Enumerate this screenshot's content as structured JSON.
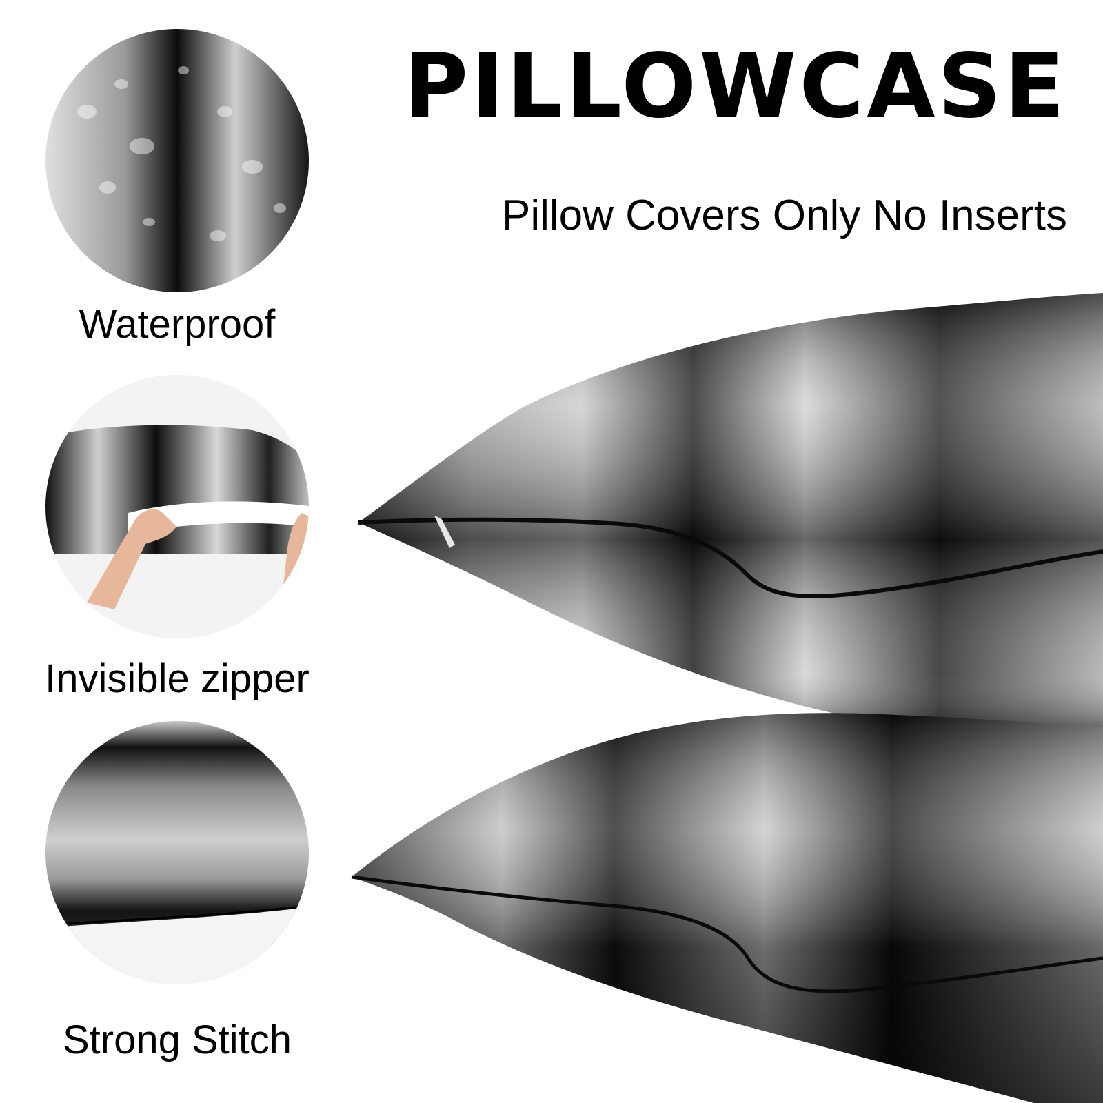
{
  "header": {
    "title": "PILLOWCASE",
    "subtitle": "Pillow Covers Only No Inserts"
  },
  "features": [
    {
      "label": "Waterproof",
      "icon": "water-droplets-image"
    },
    {
      "label": "Invisible zipper",
      "icon": "zipper-hands-image"
    },
    {
      "label": "Strong Stitch",
      "icon": "stitch-edge-image"
    }
  ],
  "colors": {
    "background": "#ffffff",
    "text": "#000000",
    "fabric_dark": "#111111",
    "fabric_light": "#b8b8b8"
  }
}
